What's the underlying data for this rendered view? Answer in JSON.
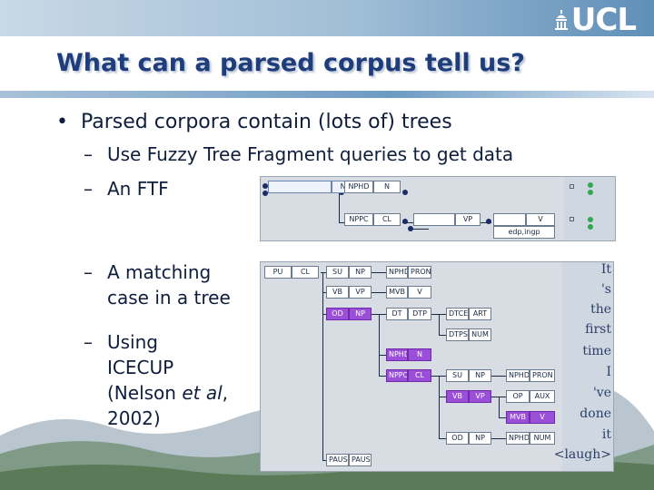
{
  "header": {
    "logo_text": "UCL"
  },
  "slide": {
    "title": "What can a parsed corpus tell us?",
    "bullet": "Parsed corpora contain (lots of) trees",
    "subbullets": {
      "dash": "–",
      "s1": "Use Fuzzy Tree Fragment queries to get data",
      "s2": "An FTF",
      "s3_line1": "A matching",
      "s3_line2": "case in a tree",
      "s4_line1": "Using",
      "s4_line2": "ICECUP",
      "s4_line3_pre": "(Nelson ",
      "s4_line3_em": "et al",
      "s4_line3_post": ",",
      "s4_line4": "2002)"
    }
  },
  "ftf": {
    "nodes": {
      "n1": [
        "",
        "NP"
      ],
      "n2": [
        "NPHD",
        "N"
      ],
      "n3": [
        "NPPC",
        "CL"
      ],
      "n4": [
        "",
        "VP"
      ],
      "n5": [
        "",
        "V"
      ],
      "n5b": "edp,ingp"
    }
  },
  "tree": {
    "nodes": {
      "r": [
        "PU",
        "CL"
      ],
      "a1": [
        "SU",
        "NP"
      ],
      "a2": [
        "VB",
        "VP"
      ],
      "a3": [
        "OD",
        "NP"
      ],
      "b1": [
        "NPHD",
        "PRON"
      ],
      "b2": [
        "MVB",
        "V"
      ],
      "b3": [
        "DT",
        "DTP"
      ],
      "c1": [
        "DTCE",
        "ART"
      ],
      "c2": [
        "DTPS",
        "NUM"
      ],
      "d1": [
        "NPHD",
        "N"
      ],
      "d2": [
        "NPPO",
        "CL"
      ],
      "e1": [
        "SU",
        "NP"
      ],
      "e2": [
        "VB",
        "VP"
      ],
      "e3": [
        "OD",
        "NP"
      ],
      "f1": [
        "NPHD",
        "PRON"
      ],
      "f2": [
        "OP",
        "AUX"
      ],
      "f3": [
        "MVB",
        "V"
      ],
      "f4": [
        "NPHD",
        "NUM"
      ],
      "g1": [
        "PAUSE",
        "PAUSE"
      ]
    },
    "words": [
      "It",
      "'s",
      "the",
      "first",
      "time",
      "I",
      "'ve",
      "done",
      "it",
      "<laugh>"
    ]
  }
}
